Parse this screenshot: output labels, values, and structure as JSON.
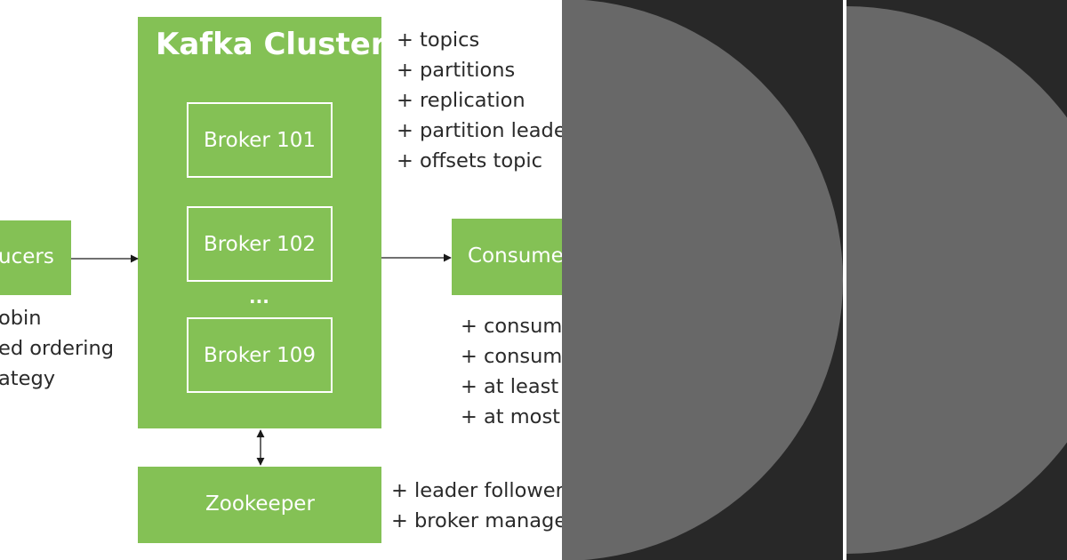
{
  "cluster": {
    "title": "Kafka Cluster",
    "brokers": [
      "Broker 101",
      "Broker 102",
      "Broker 109"
    ],
    "ellipsis": "..."
  },
  "producers": {
    "label": "ucers",
    "notes": [
      "obin",
      "ed ordering",
      "ategy"
    ]
  },
  "consumers": {
    "label": "Consume",
    "notes": [
      "+ consum",
      "+ consum",
      "+ at least",
      "+ at most"
    ]
  },
  "zookeeper": {
    "label": "Zookeeper",
    "notes": [
      "+ leader follower",
      "+ broker manage"
    ]
  },
  "cluster_notes": [
    "+ topics",
    "+ partitions",
    "+ replication",
    "+ partition leade",
    "+ offsets topic"
  ],
  "colors": {
    "box_green": "#84c155",
    "panel_dark": "#282828",
    "panel_circle": "#686868"
  }
}
